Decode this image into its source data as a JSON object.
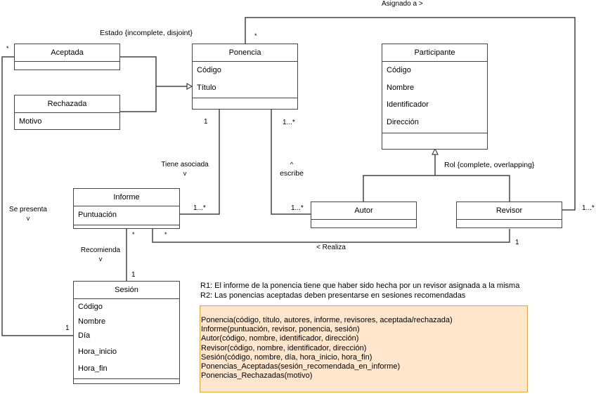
{
  "classes": {
    "aceptada": {
      "name": "Aceptada",
      "attrs": []
    },
    "rechazada": {
      "name": "Rechazada",
      "attrs": [
        "Motivo"
      ]
    },
    "ponencia": {
      "name": "Ponencia",
      "attrs": [
        "Código",
        "Título"
      ]
    },
    "participante": {
      "name": "Participante",
      "attrs": [
        "Código",
        "Nombre",
        "Identificador",
        "Dirección"
      ]
    },
    "informe": {
      "name": "Informe",
      "attrs": [
        "Puntuación"
      ]
    },
    "autor": {
      "name": "Autor",
      "attrs": []
    },
    "revisor": {
      "name": "Revisor",
      "attrs": []
    },
    "sesion": {
      "name": "Sesión",
      "attrs": [
        "Código",
        "Nombre",
        "Día",
        "Hora_inicio",
        "Hora_fin"
      ]
    }
  },
  "labels": {
    "estado": "Estado {incomplete, disjoint}",
    "asignado": "Asignado a >",
    "rol": "Rol {complete, overlapping}",
    "tiene_asociada": "Tiene asociada",
    "tiene_asociada_arrow": "v",
    "escribe_arrow": "^",
    "escribe": "escribe",
    "se_presenta": "Se presenta",
    "se_presenta_arrow": "v",
    "recomienda": "Recomienda",
    "recomienda_arrow": "v",
    "realiza": "< Realiza"
  },
  "multiplicities": {
    "aceptada_sesion": "*",
    "ponencia_revisor": "*",
    "ponencia_informe": "1",
    "ponencia_autor": "1...*",
    "informe_ponencia": "1...*",
    "autor_ponencia": "1...*",
    "revisor_ponencia": "1...*",
    "informe_sesion": "*",
    "informe_revisor": "*",
    "revisor_informe": "1",
    "sesion_informe": "1",
    "sesion_aceptada": "1"
  },
  "rules": [
    "R1:  El informe de la ponencia tiene que haber sido hecha por un revisor asignada a la misma",
    "R2: Las ponencias aceptadas deben presentarse en sesiones recomendadas"
  ],
  "note_lines": [
    "Ponencia(código, título, autores, informe, revisores, aceptada/rechazada)",
    "Informe(puntuación, revisor, ponencia, sesión)",
    "Autor(código, nombre, identificador, dirección)",
    "Revisor(código, nombre, identificador, dirección)",
    "Sesión(código, nombre, día, hora_inicio, hora_fin)",
    "Ponencias_Aceptadas(sesión_recomendada_en_informe)",
    "Ponencias_Rechazadas(motivo)"
  ]
}
